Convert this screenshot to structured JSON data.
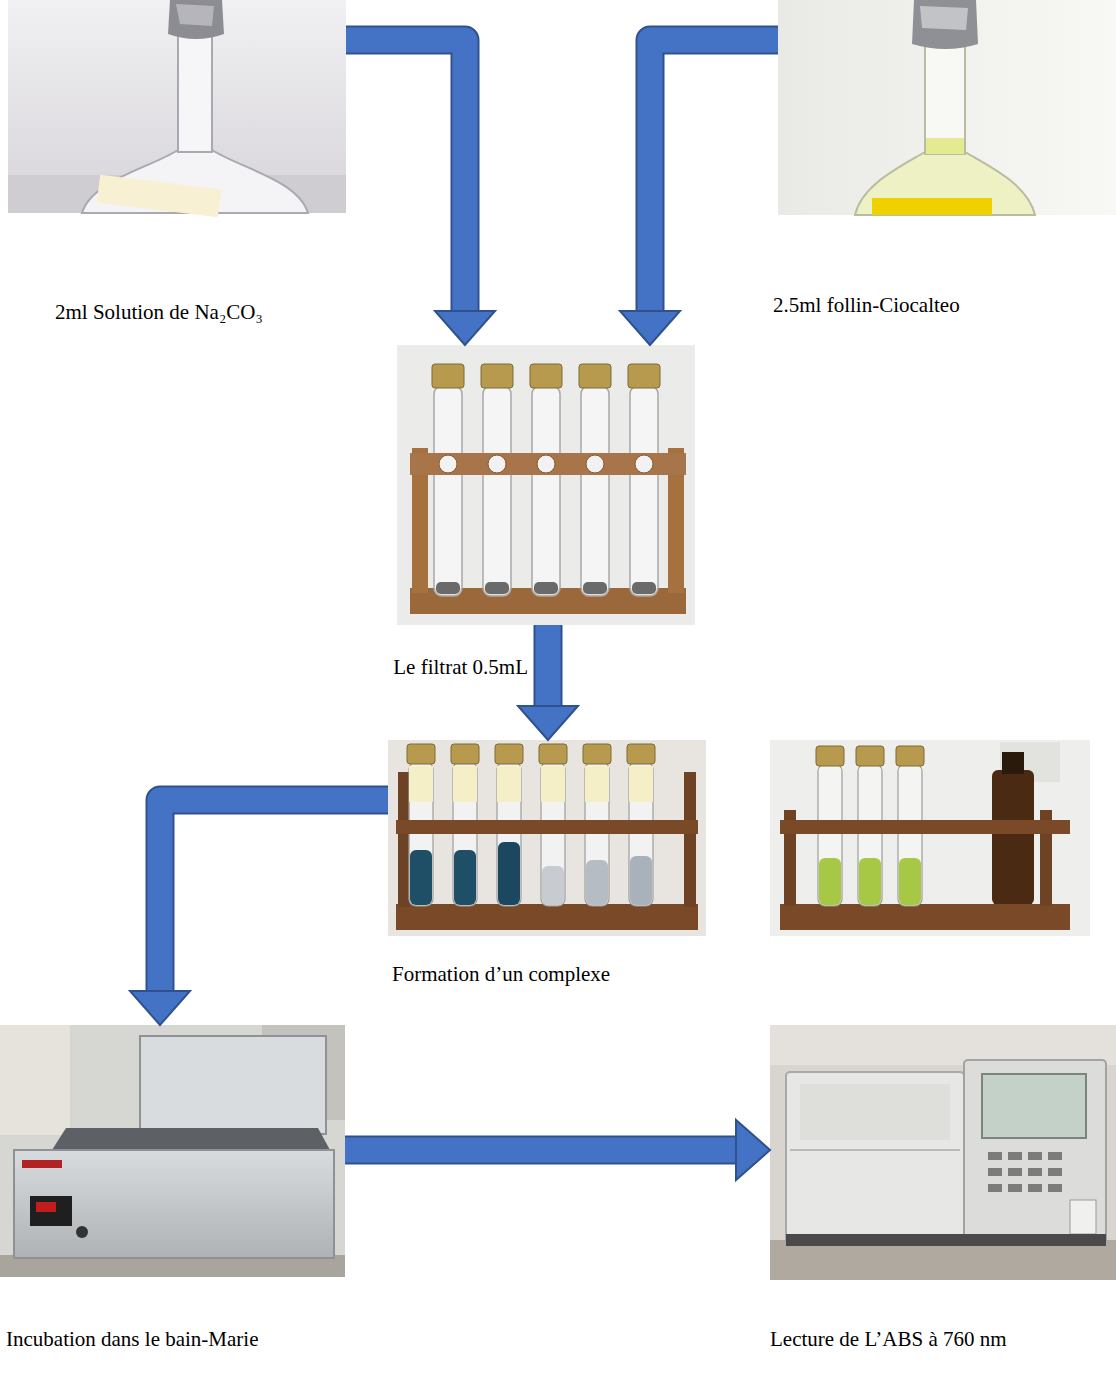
{
  "diagram": {
    "nodes": [
      {
        "text": [
          "2ml Solution de Na₂CO₃"
        ]
      },
      {
        "text": [
          "2.5ml follin-Ciocalteo"
        ]
      },
      {
        "text": [
          "Le filtrat 0.5mL"
        ]
      },
      {
        "text": [
          "Formation d’un complexe"
        ]
      },
      {
        "text": [
          "Incubation dans le bain-Marie"
        ]
      },
      {
        "text": [
          "Lecture de L’ABS à 760 nm"
        ]
      }
    ],
    "edges": [
      {
        "from": 0,
        "to": 2,
        "arrow": "to"
      },
      {
        "from": 1,
        "to": 2,
        "arrow": "to"
      },
      {
        "from": 2,
        "to": 3,
        "arrow": "to"
      },
      {
        "from": 3,
        "to": 4,
        "arrow": "to"
      },
      {
        "from": 4,
        "to": 5,
        "arrow": "to"
      }
    ]
  }
}
